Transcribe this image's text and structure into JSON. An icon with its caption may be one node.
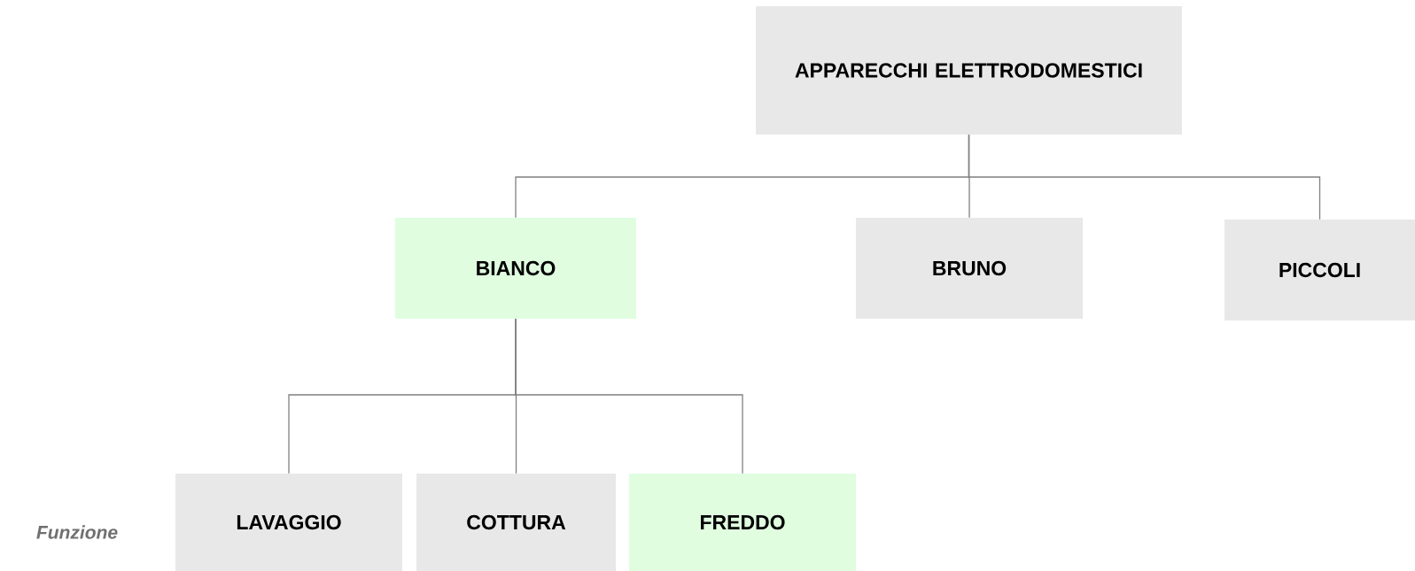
{
  "diagram": {
    "nodes": [
      {
        "text": [
          "APPARECCHI ELETTRODOMESTICI"
        ]
      },
      {
        "text": [
          "BIANCO"
        ]
      },
      {
        "text": [
          "BRUNO"
        ]
      },
      {
        "text": [
          "PICCOLI"
        ]
      },
      {
        "text": [
          "LAVAGGIO"
        ]
      },
      {
        "text": [
          "COTTURA"
        ]
      },
      {
        "text": [
          "FREDDO"
        ]
      }
    ],
    "edges": [
      {
        "from": 0,
        "to": 1,
        "arrow": "none"
      },
      {
        "from": 0,
        "to": 2,
        "arrow": "none"
      },
      {
        "from": 0,
        "to": 3,
        "arrow": "none"
      },
      {
        "from": 1,
        "to": 4,
        "arrow": "none"
      },
      {
        "from": 1,
        "to": 5,
        "arrow": "none"
      },
      {
        "from": 1,
        "to": 6,
        "arrow": "none"
      }
    ],
    "labels": [
      "Funzione"
    ]
  }
}
